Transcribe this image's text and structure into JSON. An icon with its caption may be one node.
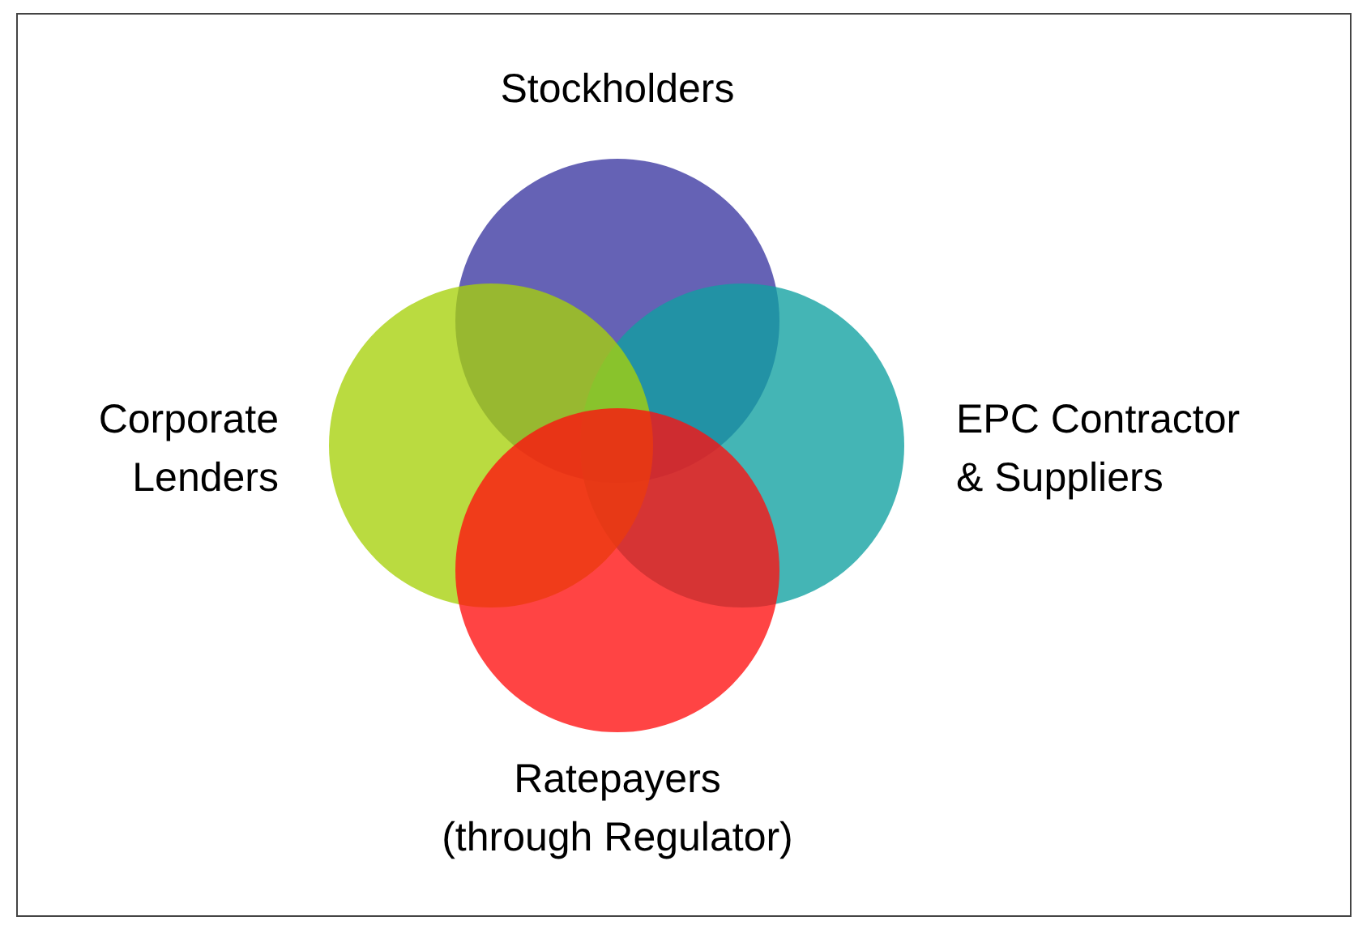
{
  "diagram": {
    "nodes": [
      {
        "text": [
          "Stockholders"
        ]
      },
      {
        "text": [
          "Corporate Lenders"
        ]
      },
      {
        "text": [
          "EPC Contractor & Suppliers"
        ]
      },
      {
        "text": [
          "Ratepayers (through Regulator)"
        ]
      }
    ]
  }
}
